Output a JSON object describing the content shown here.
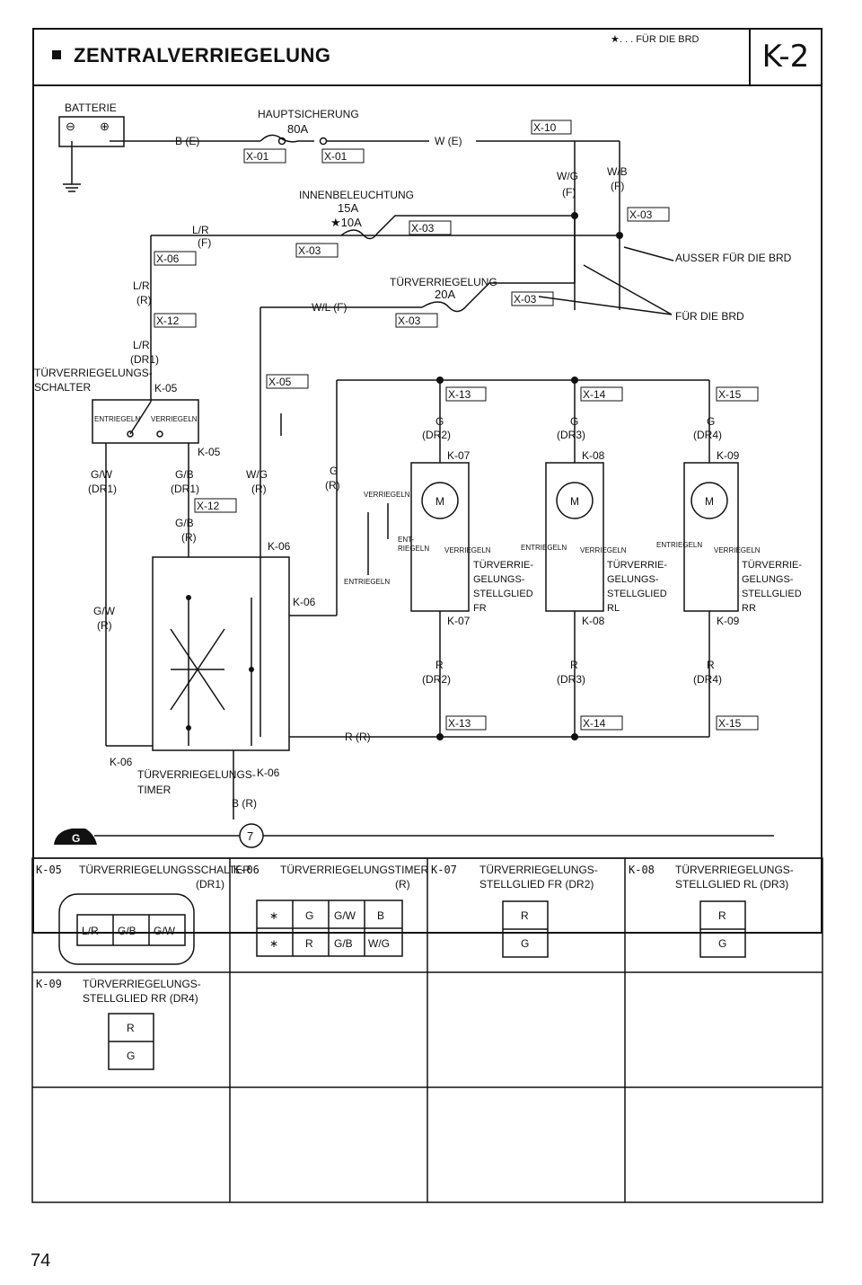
{
  "header": {
    "title": "ZENTRALVERRIEGELUNG",
    "star_note": "★. . . FÜR DIE BRD",
    "code": "K-2"
  },
  "diagram": {
    "battery": "BATTERIE",
    "battery_minus": "⊖",
    "battery_plus": "⊕",
    "main_fuse": "HAUPTSICHERUNG",
    "main_fuse_rating": "80A",
    "interior_light": "INNENBELEUCHTUNG",
    "interior_rating_1": "15A",
    "interior_rating_2": "★10A",
    "lock_fuse": "TÜRVERRIEGELUNG",
    "lock_fuse_rating": "20A",
    "ausser_brd": "AUSSER FÜR DIE BRD",
    "fuer_brd": "FÜR DIE BRD",
    "switch_label_1": "TÜRVERRIEGELUNGS-",
    "switch_label_2": "SCHALTER",
    "entriegeln": "ENTRIEGELN",
    "verriegeln": "VERRIEGELN",
    "ent": "ENT-",
    "riegeln": "RIEGELN",
    "timer_label_1": "TÜRVERRIEGELUNGS-",
    "timer_label_2": "TIMER",
    "motor": "M",
    "ground_symbol": "G",
    "ground_number": "7",
    "actuators": [
      {
        "line1": "TÜRVERRIE-",
        "line2": "GELUNGS-",
        "line3": "STELLGLIED",
        "line4": "FR"
      },
      {
        "line1": "TÜRVERRIE-",
        "line2": "GELUNGS-",
        "line3": "STELLGLIED",
        "line4": "RL"
      },
      {
        "line1": "TÜRVERRIE-",
        "line2": "GELUNGS-",
        "line3": "STELLGLIED",
        "line4": "RR"
      }
    ],
    "wires": {
      "b_e": "B (E)",
      "w_e": "W (E)",
      "w_g": "W/G",
      "f": "(F)",
      "w_b": "W/B",
      "l_r": "L/R",
      "r": "(R)",
      "dr1": "(DR1)",
      "w_l_f": "W/L (F)",
      "g_w": "G/W",
      "g_b": "G/B",
      "g": "G",
      "dr2": "(DR2)",
      "dr3": "(DR3)",
      "dr4": "(DR4)",
      "r_plain": "R",
      "r_r": "R (R)",
      "b_r": "B (R)"
    },
    "connectors": {
      "x01": "X-01",
      "x03": "X-03",
      "x05": "X-05",
      "x06": "X-06",
      "x10": "X-10",
      "x12": "X-12",
      "x13": "X-13",
      "x14": "X-14",
      "x15": "X-15",
      "k05": "K-05",
      "k06": "K-06",
      "k07": "K-07",
      "k08": "K-08",
      "k09": "K-09"
    }
  },
  "connector_table": [
    {
      "code": "K-05",
      "name": "TÜRVERRIEGELUNGSSCHALTER",
      "sub": "(DR1)",
      "pins": [
        "L/R",
        "G/B",
        "G/W"
      ]
    },
    {
      "code": "K-06",
      "name": "TÜRVERRIEGELUNGSTIMER",
      "sub": "(R)",
      "pins_top": [
        "∗",
        "G",
        "G/W",
        "B"
      ],
      "pins_bottom": [
        "∗",
        "R",
        "G/B",
        "W/G"
      ]
    },
    {
      "code": "K-07",
      "name": "TÜRVERRIEGELUNGS-",
      "sub": "STELLGLIED FR (DR2)",
      "pins": [
        "R",
        "G"
      ]
    },
    {
      "code": "K-08",
      "name": "TÜRVERRIEGELUNGS-",
      "sub": "STELLGLIED RL (DR3)",
      "pins": [
        "R",
        "G"
      ]
    },
    {
      "code": "K-09",
      "name": "TÜRVERRIEGELUNGS-",
      "sub": "STELLGLIED RR (DR4)",
      "pins": [
        "R",
        "G"
      ]
    }
  ],
  "page_number": "74"
}
